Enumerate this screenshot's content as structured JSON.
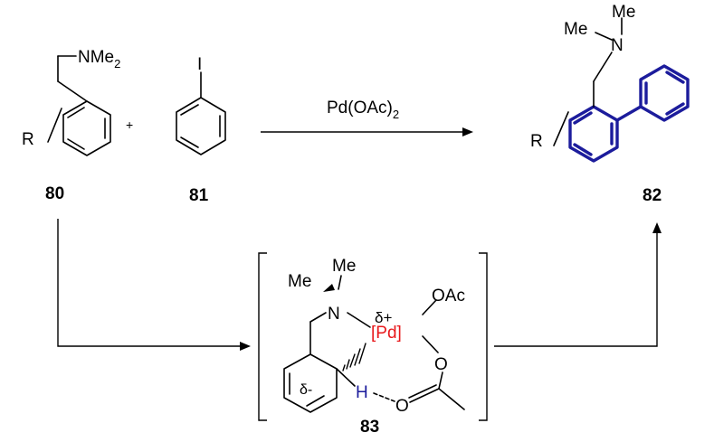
{
  "compounds": {
    "c80": {
      "id": "80",
      "substituent": "R",
      "group": "NMe",
      "group_sub": "2"
    },
    "c81": {
      "id": "81",
      "halogen": "I"
    },
    "c82": {
      "id": "82",
      "substituent": "R",
      "n": "N",
      "me_top": "Me",
      "me_left": "Me"
    },
    "c83": {
      "id": "83",
      "me_top": "Me",
      "me_left": "Me",
      "n": "N",
      "delta_plus": "δ+",
      "pd": "[Pd]",
      "oac": "OAc",
      "o_upper": "O",
      "o_lower": "O",
      "h": "H",
      "delta_minus": "δ-"
    }
  },
  "plus_sign": "+",
  "reagent": {
    "text": "Pd(OAc)",
    "sub": "2"
  },
  "colors": {
    "highlight_bonds": "#1c1c9c",
    "palladium": "#e8191c",
    "hydrogen": "#1c1c9c"
  }
}
